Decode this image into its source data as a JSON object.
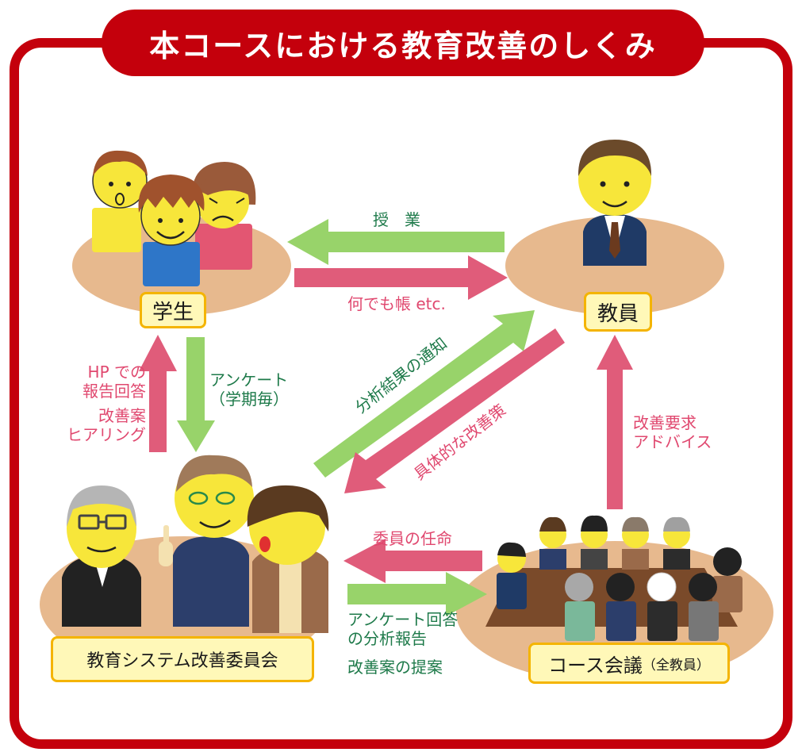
{
  "title": "本コースにおける教育改善のしくみ",
  "nodes": {
    "students": "学生",
    "faculty": "教員",
    "committee": "教育システム改善委員会",
    "meeting": "コース会議",
    "meeting_note": "（全教員）"
  },
  "arrows": {
    "lecture": "授　業",
    "notebook": "何でも帳 etc.",
    "hp_report_line1": "HP での",
    "hp_report_line2": "報告回答",
    "hearing_line1": "改善案",
    "hearing_line2": "ヒアリング",
    "survey_line1": "アンケート",
    "survey_line2": "（学期毎）",
    "analysis_notice": "分析結果の通知",
    "concrete_measures": "具体的な改善策",
    "request_line1": "改善要求",
    "request_line2": "アドバイス",
    "appointment": "委員の任命",
    "survey_report_line1": "アンケート回答",
    "survey_report_line2": "の分析報告",
    "proposal": "改善案の提案"
  },
  "colors": {
    "frame": "#c4000c",
    "arrow_green": "#98d36a",
    "arrow_pink": "#e05c7a",
    "platform": "#e7b98e",
    "label_box": "#fff8b8",
    "label_border": "#f4b400"
  }
}
